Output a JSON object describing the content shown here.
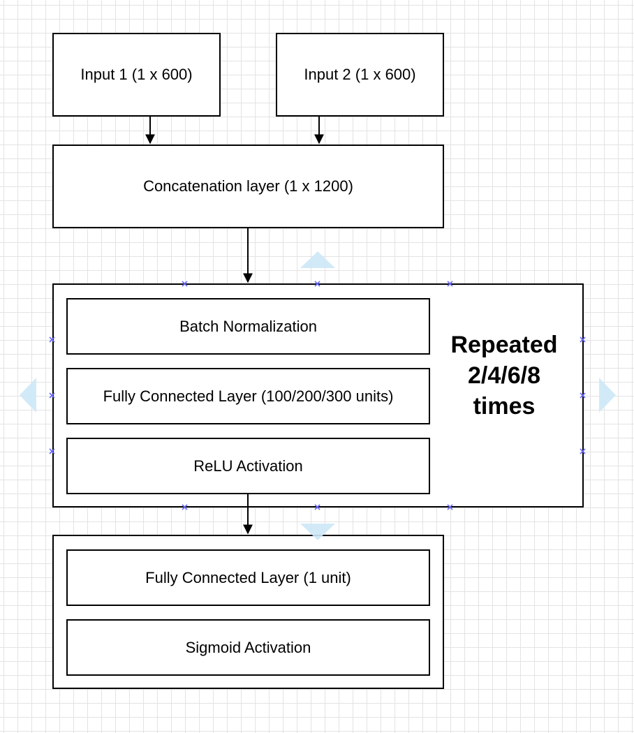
{
  "diagram": {
    "nodes": {
      "input1": "Input 1 (1 x 600)",
      "input2": "Input 2 (1 x 600)",
      "concat": "Concatenation layer (1 x 1200)",
      "batch_norm": "Batch Normalization",
      "fc_repeated": "Fully Connected Layer (100/200/300 units)",
      "relu": "ReLU Activation",
      "fc_output": "Fully Connected Layer (1 unit)",
      "sigmoid": "Sigmoid Activation"
    },
    "repeat_label": "Repeated\n2/4/6/8\ntimes",
    "edges": [
      {
        "from": "input1",
        "to": "concat"
      },
      {
        "from": "input2",
        "to": "concat"
      },
      {
        "from": "concat",
        "to": "repeat-block"
      },
      {
        "from": "repeat-block",
        "to": "output-block"
      }
    ]
  },
  "colors": {
    "border": "#000000",
    "grid": "#e3e3e3",
    "selection_handle": "#6666ff",
    "hover_arrow": "#cde8f7"
  },
  "icons": {
    "selection_handle": "x-cross-icon",
    "hover_arrow": "triangle-arrow-icon"
  }
}
